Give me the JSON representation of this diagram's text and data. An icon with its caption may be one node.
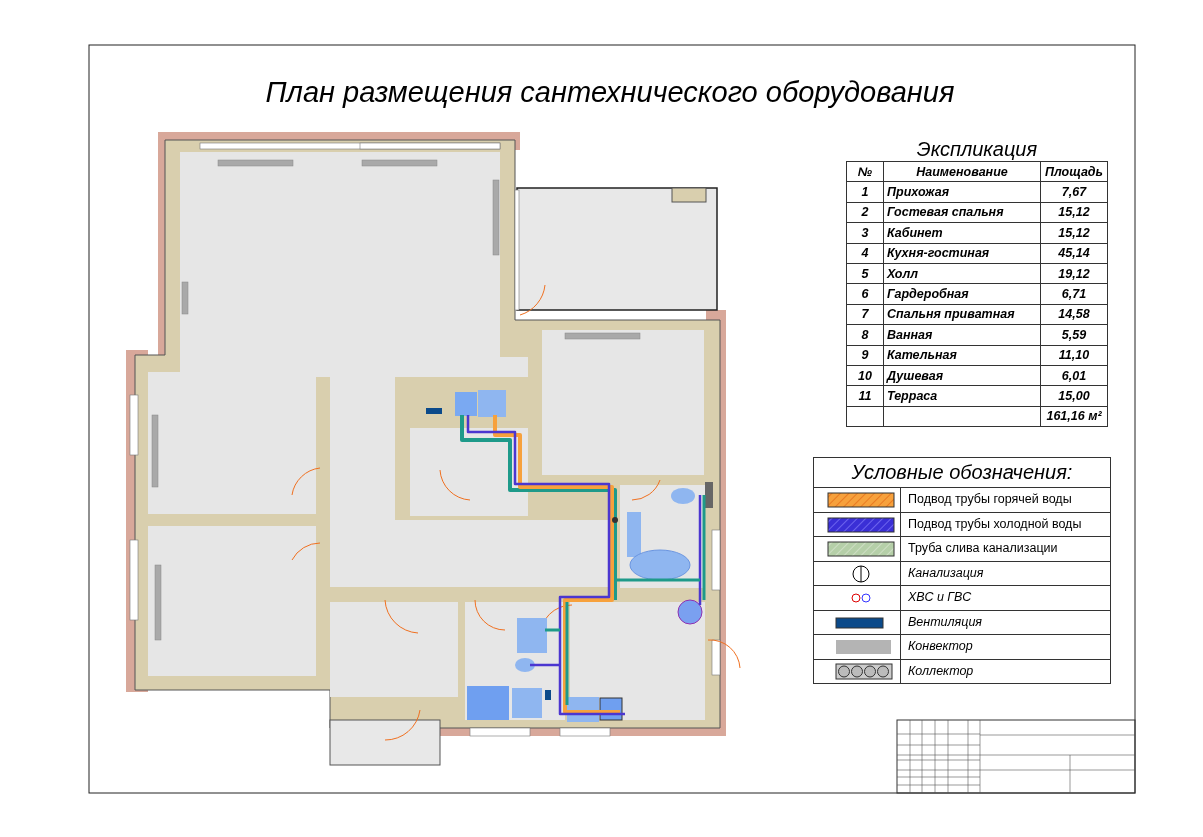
{
  "diagram": {
    "title": "План размещения сантехнического оборудования",
    "labels": [
      "Экспликация",
      "№",
      "Наименование",
      "Площадь",
      "1",
      "Прихожая",
      "7,67",
      "2",
      "Гостевая спальня",
      "15,12",
      "3",
      "Кабинет",
      "15,12",
      "4",
      "Кухня-гостиная",
      "45,14",
      "5",
      "Холл",
      "19,12",
      "6",
      "Гардеробная",
      "6,71",
      "7",
      "Спальня приватная",
      "14,58",
      "8",
      "Ванная",
      "5,59",
      "9",
      "Кательная",
      "11,10",
      "10",
      "Душевая",
      "6,01",
      "11",
      "Терраса",
      "15,00",
      "161,16 м²",
      "Условные обозначения:"
    ],
    "legend": [
      {
        "text": "Подвод трубы горячей воды",
        "color": "#f7a13c"
      },
      {
        "text": "Подвод трубы холодной воды",
        "color": "#3a2fd6"
      },
      {
        "text": "Труба слива канализации",
        "color": "#b5cfa8"
      },
      {
        "text": "Канализация"
      },
      {
        "text": "ХВС и ГВС"
      },
      {
        "text": "Вентиляция",
        "color": "#0b4a8a"
      },
      {
        "text": "Конвектор",
        "color": "#b4b4b4"
      },
      {
        "text": "Коллектор"
      }
    ]
  }
}
